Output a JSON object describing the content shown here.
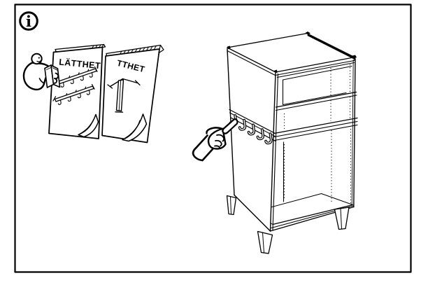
{
  "panel": {
    "info_icon_glyph": "i"
  },
  "booklets": {
    "front_title": "LÄTTHET",
    "back_title_visible": "TTHET"
  },
  "colors": {
    "ink": "#000000",
    "paper": "#ffffff"
  },
  "icons": {
    "info-icon": "circled lowercase i",
    "person-reading-icon": "figure reading instruction booklet",
    "pointing-hand-icon": "hand pointing at mounted hook rail",
    "hook-rail-icon": "rail with five J-hooks on cabinet seam",
    "hook-rail-illustration": "two hook rails line art on front booklet",
    "leg-illustration": "furniture leg line art on back booklet"
  }
}
